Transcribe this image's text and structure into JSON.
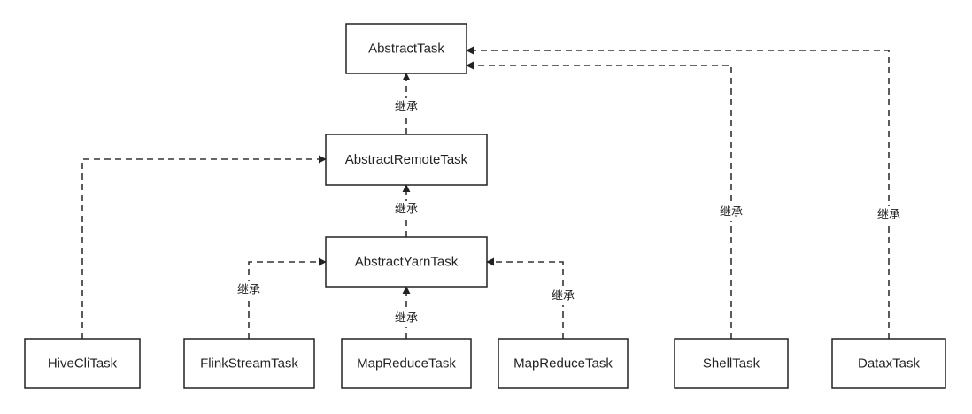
{
  "nodes": [
    {
      "id": "abstract-task",
      "label": "AbstractTask"
    },
    {
      "id": "abstract-remote-task",
      "label": "AbstractRemoteTask"
    },
    {
      "id": "abstract-yarn-task",
      "label": "AbstractYarnTask"
    },
    {
      "id": "hive-cli-task",
      "label": "HiveCliTask"
    },
    {
      "id": "flink-stream-task",
      "label": "FlinkStreamTask"
    },
    {
      "id": "mapreduce-task-1",
      "label": "MapReduceTask"
    },
    {
      "id": "mapreduce-task-2",
      "label": "MapReduceTask"
    },
    {
      "id": "shell-task",
      "label": "ShellTask"
    },
    {
      "id": "datax-task",
      "label": "DataxTask"
    }
  ],
  "edges": [
    {
      "id": "remote-to-abstract",
      "from": "abstract-remote-task",
      "to": "abstract-task",
      "label": "继承"
    },
    {
      "id": "yarn-to-remote",
      "from": "abstract-yarn-task",
      "to": "abstract-remote-task",
      "label": "继承"
    },
    {
      "id": "hive-to-remote",
      "from": "hive-cli-task",
      "to": "abstract-remote-task",
      "label": ""
    },
    {
      "id": "flink-to-yarn",
      "from": "flink-stream-task",
      "to": "abstract-yarn-task",
      "label": "继承"
    },
    {
      "id": "mr1-to-yarn",
      "from": "mapreduce-task-1",
      "to": "abstract-yarn-task",
      "label": "继承"
    },
    {
      "id": "mr2-to-yarn",
      "from": "mapreduce-task-2",
      "to": "abstract-yarn-task",
      "label": "继承"
    },
    {
      "id": "shell-to-abstract",
      "from": "shell-task",
      "to": "abstract-task",
      "label": "继承"
    },
    {
      "id": "datax-to-abstract",
      "from": "datax-task",
      "to": "abstract-task",
      "label": "继承"
    }
  ]
}
